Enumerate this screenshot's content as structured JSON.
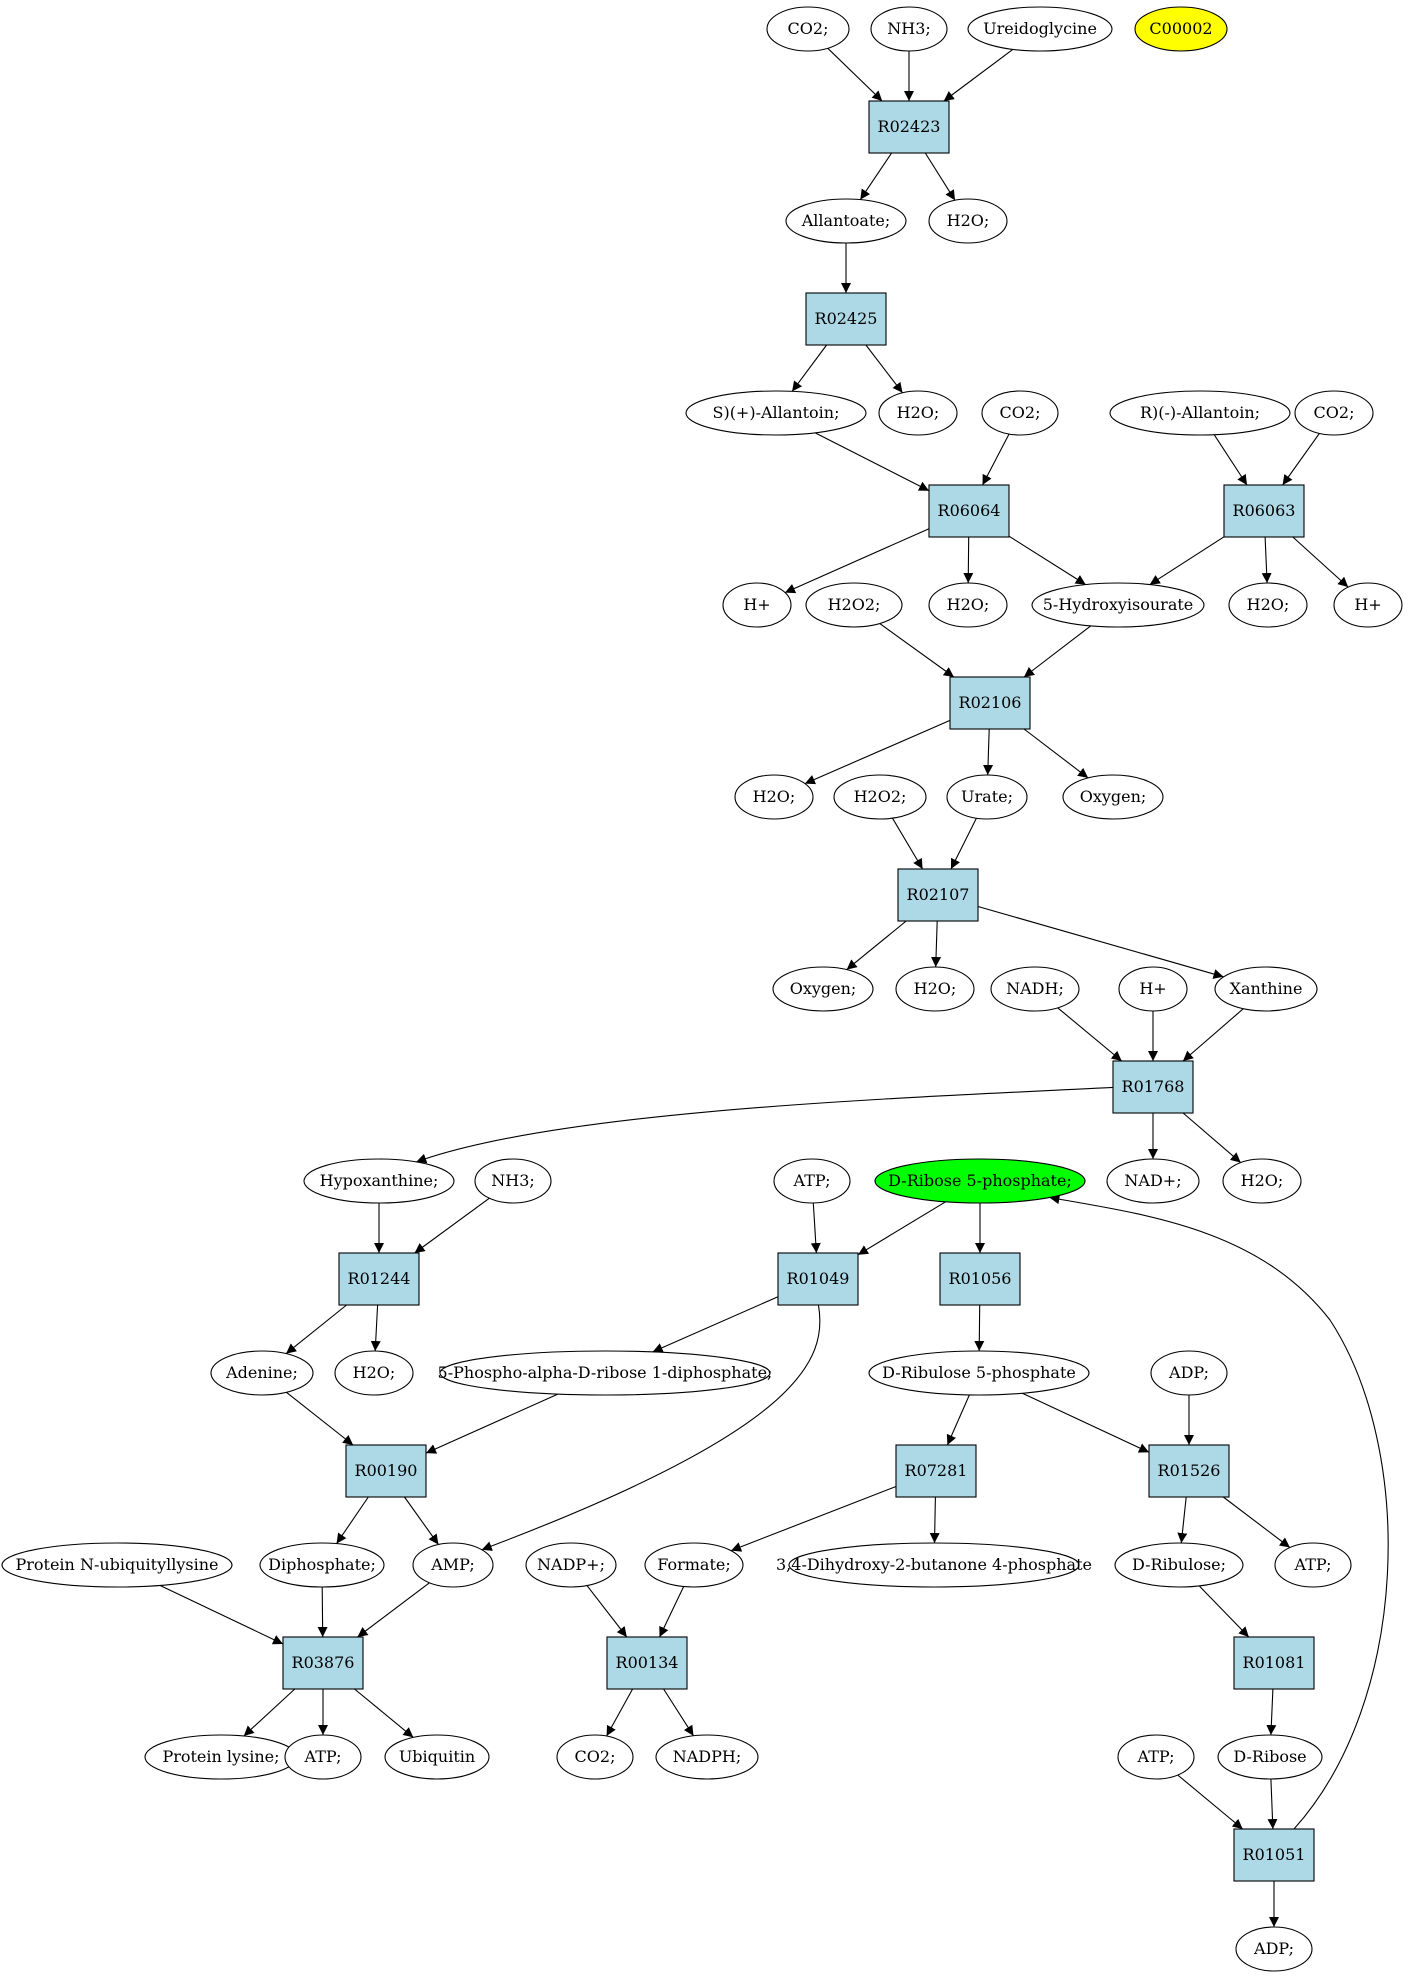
{
  "colors": {
    "reaction_fill": "#add8e6",
    "compound_fill": "#ffffff",
    "start_compound_fill": "#ffff00",
    "target_compound_fill": "#00ff00",
    "edge": "#000000"
  },
  "compounds": [
    {
      "id": "c_co2_1",
      "label": "CO2;"
    },
    {
      "id": "c_nh3_1",
      "label": "NH3;"
    },
    {
      "id": "c_ureidoglycine",
      "label": "Ureidoglycine"
    },
    {
      "id": "c_c00002",
      "label": "C00002",
      "style": "start"
    },
    {
      "id": "c_allantoate",
      "label": "Allantoate;"
    },
    {
      "id": "c_h2o_1",
      "label": "H2O;"
    },
    {
      "id": "c_s_allantoin",
      "label": "S)(+)-Allantoin;"
    },
    {
      "id": "c_h2o_2",
      "label": "H2O;"
    },
    {
      "id": "c_co2_2",
      "label": "CO2;"
    },
    {
      "id": "c_r_allantoin",
      "label": "R)(-)-Allantoin;"
    },
    {
      "id": "c_co2_3",
      "label": "CO2;"
    },
    {
      "id": "c_hplus_1",
      "label": "H+"
    },
    {
      "id": "c_h2o2_1",
      "label": "H2O2;"
    },
    {
      "id": "c_h2o_3",
      "label": "H2O;"
    },
    {
      "id": "c_5hydroxyisourate",
      "label": "5-Hydroxyisourate"
    },
    {
      "id": "c_h2o_4",
      "label": "H2O;"
    },
    {
      "id": "c_hplus_2",
      "label": "H+"
    },
    {
      "id": "c_h2o_5",
      "label": "H2O;"
    },
    {
      "id": "c_h2o2_2",
      "label": "H2O2;"
    },
    {
      "id": "c_urate",
      "label": "Urate;"
    },
    {
      "id": "c_oxygen_1",
      "label": "Oxygen;"
    },
    {
      "id": "c_oxygen_2",
      "label": "Oxygen;"
    },
    {
      "id": "c_h2o_6",
      "label": "H2O;"
    },
    {
      "id": "c_nadh",
      "label": "NADH;"
    },
    {
      "id": "c_hplus_3",
      "label": "H+"
    },
    {
      "id": "c_xanthine",
      "label": "Xanthine"
    },
    {
      "id": "c_hypoxanthine",
      "label": "Hypoxanthine;"
    },
    {
      "id": "c_nh3_2",
      "label": "NH3;"
    },
    {
      "id": "c_atp_1",
      "label": "ATP;"
    },
    {
      "id": "c_ribose5p",
      "label": "D-Ribose 5-phosphate;",
      "style": "target"
    },
    {
      "id": "c_nadplus_1",
      "label": "NAD+;"
    },
    {
      "id": "c_h2o_7",
      "label": "H2O;"
    },
    {
      "id": "c_adenine",
      "label": "Adenine;"
    },
    {
      "id": "c_h2o_8",
      "label": "H2O;"
    },
    {
      "id": "c_prpp",
      "label": "5-Phospho-alpha-D-ribose 1-diphosphate;"
    },
    {
      "id": "c_ribulose5p",
      "label": "D-Ribulose 5-phosphate"
    },
    {
      "id": "c_adp_1",
      "label": "ADP;"
    },
    {
      "id": "c_protein_ubiq",
      "label": "Protein N-ubiquityllysine"
    },
    {
      "id": "c_diphosphate",
      "label": "Diphosphate;"
    },
    {
      "id": "c_amp",
      "label": "AMP;"
    },
    {
      "id": "c_nadpplus",
      "label": "NADP+;"
    },
    {
      "id": "c_formate",
      "label": "Formate;"
    },
    {
      "id": "c_dhbp",
      "label": "3,4-Dihydroxy-2-butanone 4-phosphate"
    },
    {
      "id": "c_d_ribulose",
      "label": "D-Ribulose;"
    },
    {
      "id": "c_atp_2",
      "label": "ATP;"
    },
    {
      "id": "c_protein_lysine",
      "label": "Protein lysine;"
    },
    {
      "id": "c_atp_3",
      "label": "ATP;"
    },
    {
      "id": "c_ubiquitin",
      "label": "Ubiquitin"
    },
    {
      "id": "c_co2_4",
      "label": "CO2;"
    },
    {
      "id": "c_nadph",
      "label": "NADPH;"
    },
    {
      "id": "c_atp_4",
      "label": "ATP;"
    },
    {
      "id": "c_d_ribose",
      "label": "D-Ribose"
    },
    {
      "id": "c_adp_2",
      "label": "ADP;"
    }
  ],
  "reactions": [
    {
      "id": "r_R02423",
      "label": "R02423"
    },
    {
      "id": "r_R02425",
      "label": "R02425"
    },
    {
      "id": "r_R06064",
      "label": "R06064"
    },
    {
      "id": "r_R06063",
      "label": "R06063"
    },
    {
      "id": "r_R02106",
      "label": "R02106"
    },
    {
      "id": "r_R02107",
      "label": "R02107"
    },
    {
      "id": "r_R01768",
      "label": "R01768"
    },
    {
      "id": "r_R01244",
      "label": "R01244"
    },
    {
      "id": "r_R01049",
      "label": "R01049"
    },
    {
      "id": "r_R01056",
      "label": "R01056"
    },
    {
      "id": "r_R00190",
      "label": "R00190"
    },
    {
      "id": "r_R07281",
      "label": "R07281"
    },
    {
      "id": "r_R01526",
      "label": "R01526"
    },
    {
      "id": "r_R03876",
      "label": "R03876"
    },
    {
      "id": "r_R00134",
      "label": "R00134"
    },
    {
      "id": "r_R01081",
      "label": "R01081"
    },
    {
      "id": "r_R01051",
      "label": "R01051"
    }
  ],
  "edges": [
    [
      "c_co2_1",
      "r_R02423"
    ],
    [
      "c_nh3_1",
      "r_R02423"
    ],
    [
      "c_ureidoglycine",
      "r_R02423"
    ],
    [
      "r_R02423",
      "c_allantoate"
    ],
    [
      "r_R02423",
      "c_h2o_1"
    ],
    [
      "c_allantoate",
      "r_R02425"
    ],
    [
      "r_R02425",
      "c_s_allantoin"
    ],
    [
      "r_R02425",
      "c_h2o_2"
    ],
    [
      "c_s_allantoin",
      "r_R06064"
    ],
    [
      "c_co2_2",
      "r_R06064"
    ],
    [
      "c_r_allantoin",
      "r_R06063"
    ],
    [
      "c_co2_3",
      "r_R06063"
    ],
    [
      "r_R06064",
      "c_hplus_1"
    ],
    [
      "r_R06064",
      "c_h2o_3"
    ],
    [
      "r_R06064",
      "c_5hydroxyisourate"
    ],
    [
      "r_R06063",
      "c_5hydroxyisourate"
    ],
    [
      "r_R06063",
      "c_h2o_4"
    ],
    [
      "r_R06063",
      "c_hplus_2"
    ],
    [
      "c_h2o2_1",
      "r_R02106"
    ],
    [
      "c_5hydroxyisourate",
      "r_R02106"
    ],
    [
      "r_R02106",
      "c_h2o_5"
    ],
    [
      "r_R02106",
      "c_urate"
    ],
    [
      "r_R02106",
      "c_oxygen_1"
    ],
    [
      "c_h2o2_2",
      "r_R02107"
    ],
    [
      "c_urate",
      "r_R02107"
    ],
    [
      "r_R02107",
      "c_oxygen_2"
    ],
    [
      "r_R02107",
      "c_h2o_6"
    ],
    [
      "r_R02107",
      "c_xanthine"
    ],
    [
      "c_nadh",
      "r_R01768"
    ],
    [
      "c_hplus_3",
      "r_R01768"
    ],
    [
      "c_xanthine",
      "r_R01768"
    ],
    [
      "r_R01768",
      "c_hypoxanthine"
    ],
    [
      "r_R01768",
      "c_nadplus_1"
    ],
    [
      "r_R01768",
      "c_h2o_7"
    ],
    [
      "c_hypoxanthine",
      "r_R01244"
    ],
    [
      "c_nh3_2",
      "r_R01244"
    ],
    [
      "r_R01244",
      "c_adenine"
    ],
    [
      "r_R01244",
      "c_h2o_8"
    ],
    [
      "c_atp_1",
      "r_R01049"
    ],
    [
      "c_ribose5p",
      "r_R01049"
    ],
    [
      "c_ribose5p",
      "r_R01056"
    ],
    [
      "r_R01049",
      "c_prpp"
    ],
    [
      "r_R01049",
      "c_amp"
    ],
    [
      "r_R01056",
      "c_ribulose5p"
    ],
    [
      "c_adenine",
      "r_R00190"
    ],
    [
      "c_prpp",
      "r_R00190"
    ],
    [
      "c_ribulose5p",
      "r_R07281"
    ],
    [
      "c_ribulose5p",
      "r_R01526"
    ],
    [
      "c_adp_1",
      "r_R01526"
    ],
    [
      "r_R00190",
      "c_diphosphate"
    ],
    [
      "r_R00190",
      "c_amp"
    ],
    [
      "r_R07281",
      "c_formate"
    ],
    [
      "r_R07281",
      "c_dhbp"
    ],
    [
      "r_R01526",
      "c_d_ribulose"
    ],
    [
      "r_R01526",
      "c_atp_2"
    ],
    [
      "c_protein_ubiq",
      "r_R03876"
    ],
    [
      "c_diphosphate",
      "r_R03876"
    ],
    [
      "c_amp",
      "r_R03876"
    ],
    [
      "c_nadpplus",
      "r_R00134"
    ],
    [
      "c_formate",
      "r_R00134"
    ],
    [
      "c_d_ribulose",
      "r_R01081"
    ],
    [
      "r_R03876",
      "c_protein_lysine"
    ],
    [
      "r_R03876",
      "c_atp_3"
    ],
    [
      "r_R03876",
      "c_ubiquitin"
    ],
    [
      "r_R00134",
      "c_co2_4"
    ],
    [
      "r_R00134",
      "c_nadph"
    ],
    [
      "r_R01081",
      "c_d_ribose"
    ],
    [
      "c_atp_4",
      "r_R01051"
    ],
    [
      "c_d_ribose",
      "r_R01051"
    ],
    [
      "r_R01051",
      "c_adp_2"
    ],
    [
      "r_R01051",
      "c_ribose5p"
    ]
  ]
}
